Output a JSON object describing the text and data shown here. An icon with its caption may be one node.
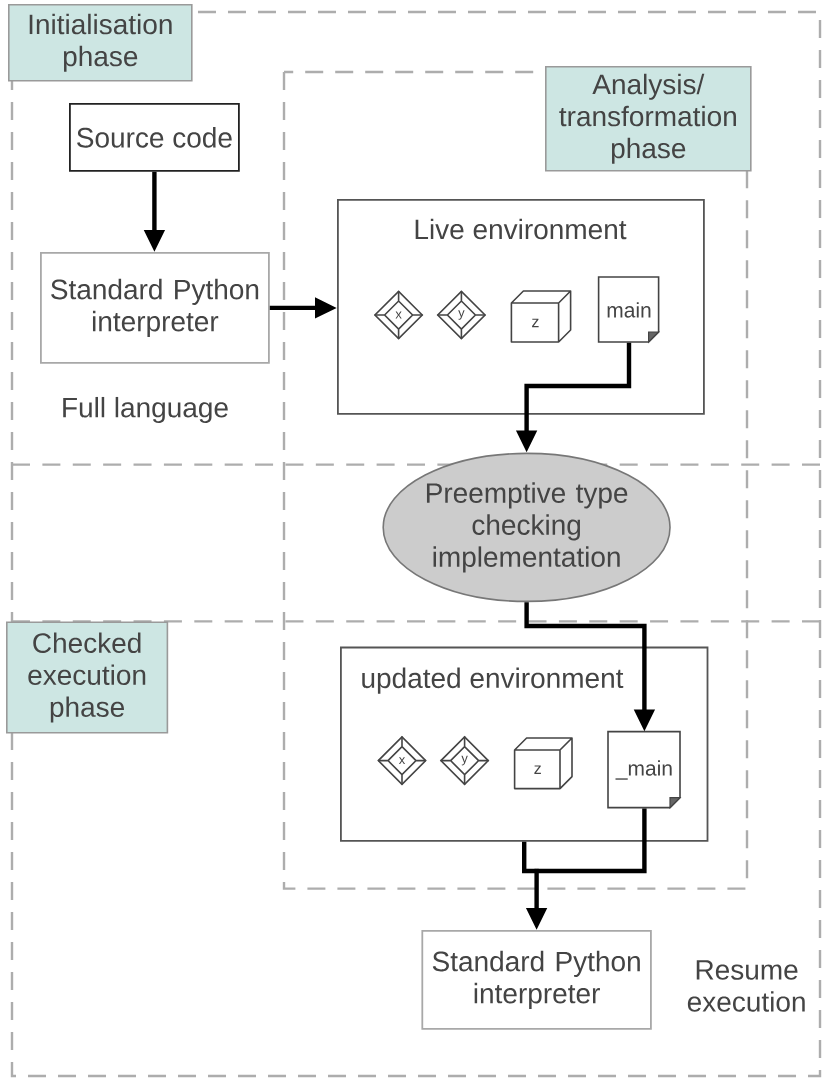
{
  "diagram": {
    "nodes": [
      {
        "text": [
          "Initialisation phase"
        ]
      },
      {
        "text": [
          "Analysis/transformation phase"
        ]
      },
      {
        "text": [
          "Source code"
        ]
      },
      {
        "text": [
          "Standard Python interpreter"
        ]
      },
      {
        "text": [
          "Live environment"
        ]
      },
      {
        "text": [
          "x"
        ],
        "in": 4
      },
      {
        "text": [
          "y"
        ],
        "in": 4
      },
      {
        "text": [
          "z"
        ],
        "in": 4
      },
      {
        "text": [
          "main"
        ],
        "in": 4
      },
      {
        "text": [
          "Preemptive type checking implementation"
        ]
      },
      {
        "text": [
          "Checked execution phase"
        ]
      },
      {
        "text": [
          "updated environment"
        ]
      },
      {
        "text": [
          "x"
        ],
        "in": 11
      },
      {
        "text": [
          "y"
        ],
        "in": 11
      },
      {
        "text": [
          "z"
        ],
        "in": 11
      },
      {
        "text": [
          "_main"
        ],
        "in": 11
      },
      {
        "text": [
          "Standard Python interpreter"
        ]
      }
    ],
    "edges": [
      {
        "from": 2,
        "to": 3,
        "arrow": "to"
      },
      {
        "from": 3,
        "to": 4,
        "arrow": "to"
      },
      {
        "from": 8,
        "to": 9,
        "arrow": "to"
      },
      {
        "from": 9,
        "to": 15,
        "arrow": "to"
      },
      {
        "from": 11,
        "to": 16,
        "arrow": "to"
      },
      {
        "from": 15,
        "to": 16,
        "arrow": "to"
      }
    ],
    "labels": [
      "Full language",
      "Resume execution"
    ]
  }
}
